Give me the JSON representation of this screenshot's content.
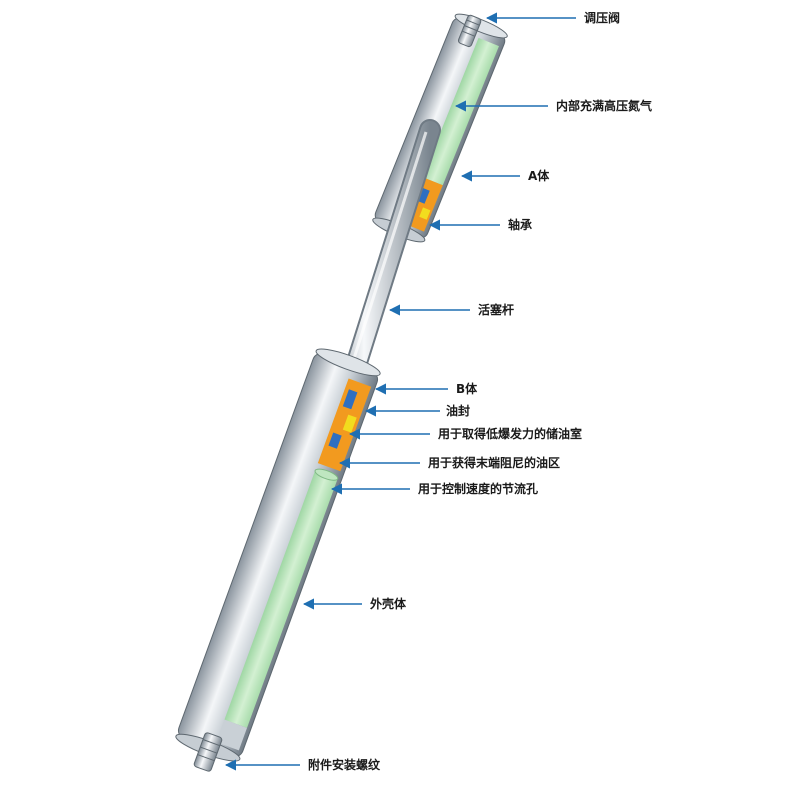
{
  "colors": {
    "arrow": "#1f6fb2",
    "gas": "#bfe6c0",
    "metal_light": "#eef1f4",
    "metal_dark": "#7d8791",
    "oil": "#f29a1f",
    "seal": "#2f6fc0",
    "accent": "#f2dd1e"
  },
  "labels": {
    "valve": "调压阀",
    "nitrogen": "内部充满高压氮气",
    "body_a": "A体",
    "bearing": "轴承",
    "piston_rod": "活塞杆",
    "body_b": "B体",
    "oil_seal": "油封",
    "low_burst_chamber": "用于取得低爆发力的储油室",
    "end_damping_oil": "用于获得末端阻尼的油区",
    "speed_orifice": "用于控制速度的节流孔",
    "outer_shell": "外壳体",
    "mount_thread": "附件安装螺纹"
  }
}
